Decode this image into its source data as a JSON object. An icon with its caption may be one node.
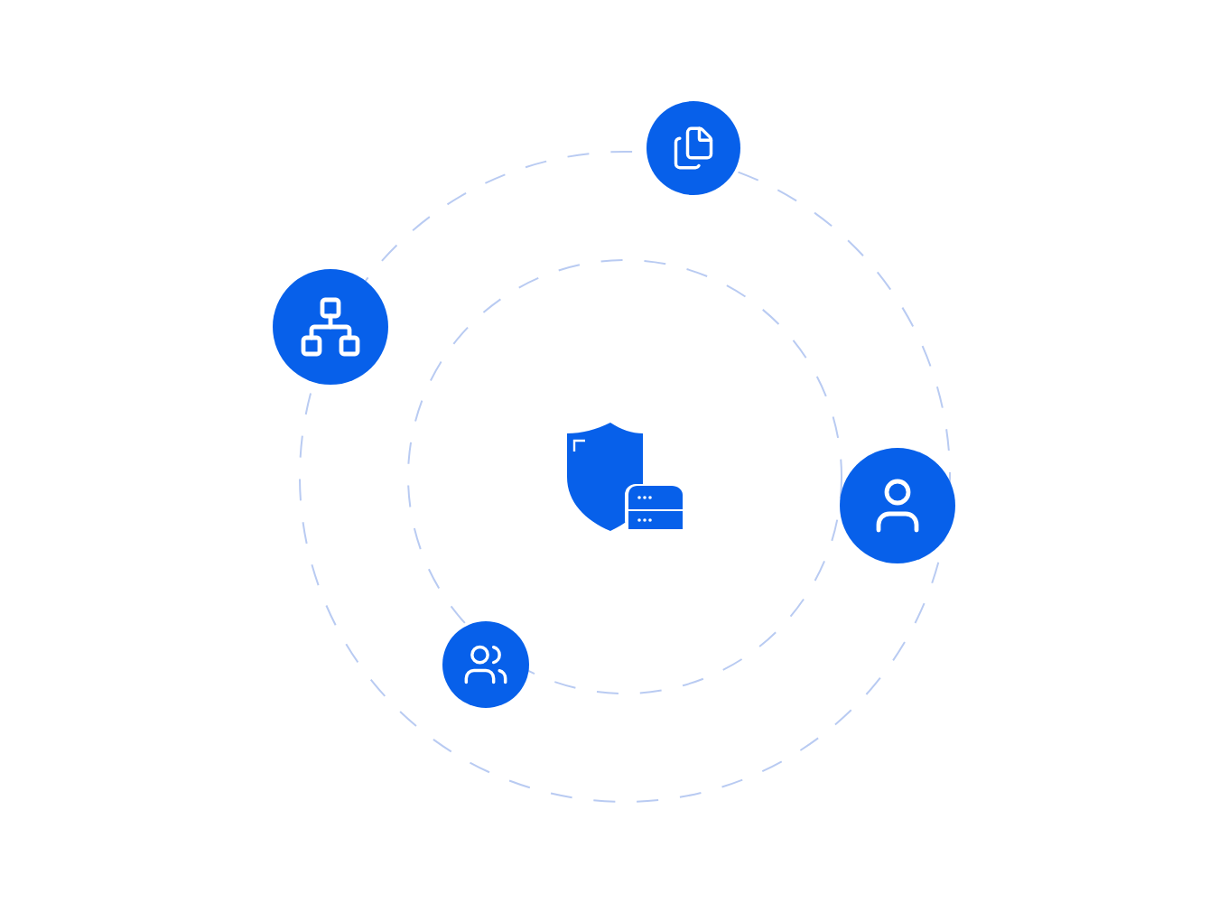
{
  "diagram": {
    "nodes": [
      {
        "text": [],
        "shape": "circle"
      },
      {
        "text": [],
        "shape": "circle"
      },
      {
        "text": [],
        "shape": "shield"
      },
      {
        "text": [],
        "shape": "circle"
      },
      {
        "text": [],
        "shape": "circle"
      }
    ]
  }
}
